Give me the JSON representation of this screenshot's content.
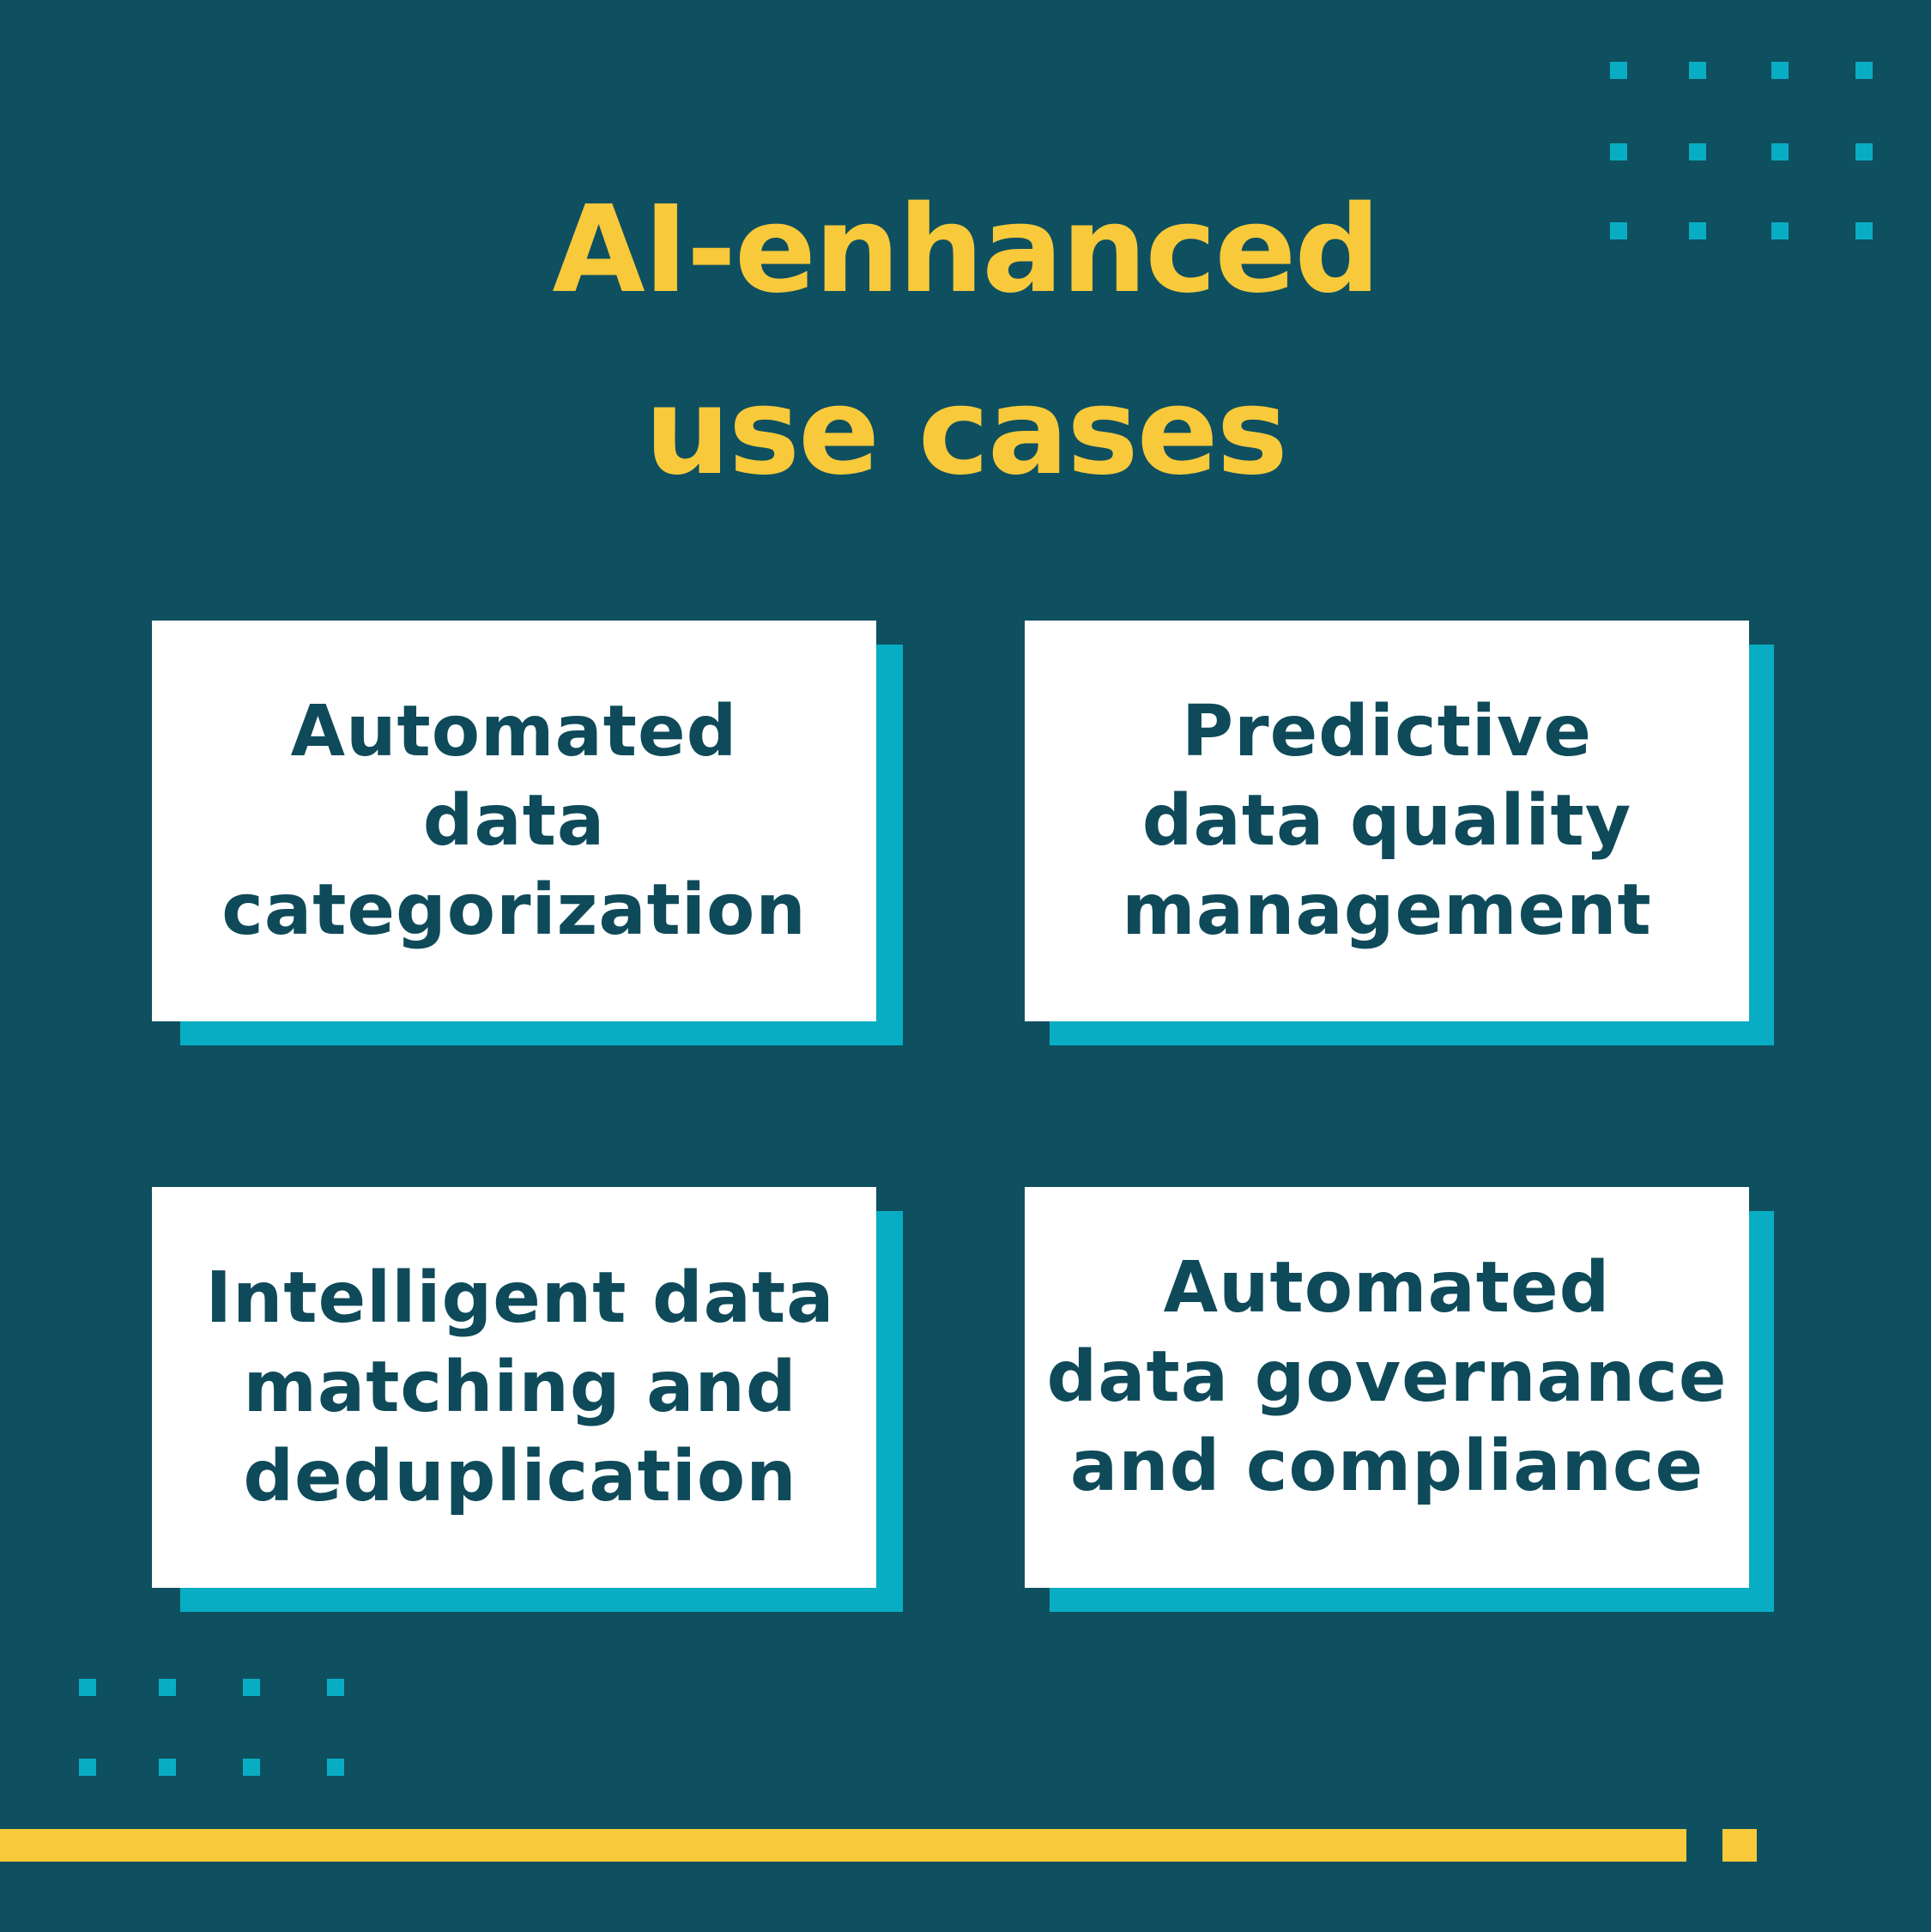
{
  "title": {
    "line1": "AI-enhanced",
    "line2": "use cases"
  },
  "cards": [
    {
      "lines": [
        "Automated",
        "data",
        "categorization"
      ]
    },
    {
      "lines": [
        "Predictive",
        "data quality",
        "management"
      ]
    },
    {
      "lines": [
        "Intelligent data",
        "matching and",
        "deduplication"
      ]
    },
    {
      "lines": [
        "Automated",
        "data governance",
        "and compliance"
      ]
    }
  ],
  "colors": {
    "background": "#0e5060",
    "title": "#f8c93b",
    "card": "#ffffff",
    "card_text": "#0e4a5a",
    "card_shadow": "#09adc3",
    "accent_bar": "#f8c93b",
    "dots": "#09adc3"
  }
}
